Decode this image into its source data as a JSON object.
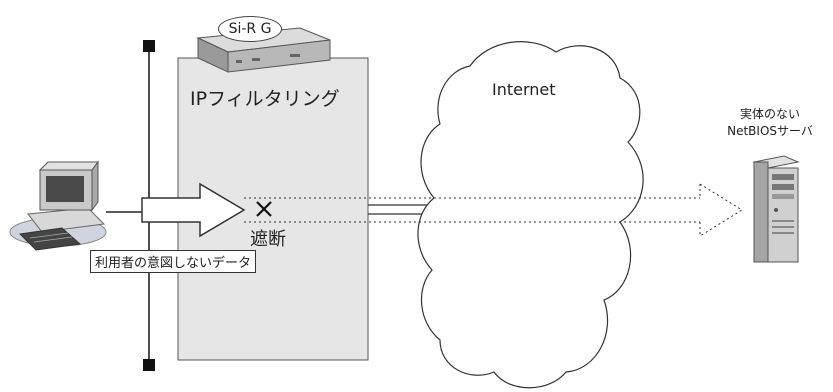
{
  "router": {
    "badge": "Si-R G",
    "function_label": "IPフィルタリング"
  },
  "internet": {
    "label": "Internet"
  },
  "server": {
    "label_line1": "実体のない",
    "label_line2": "NetBIOSサーバ"
  },
  "traffic": {
    "blocked_label": "遮断",
    "data_label": "利用者の意図しないデータ"
  }
}
